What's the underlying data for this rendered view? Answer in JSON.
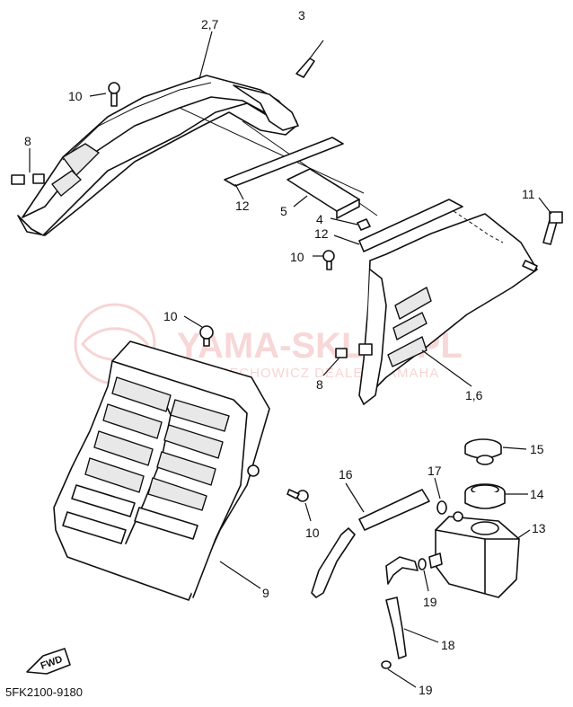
{
  "diagram": {
    "callouts": {
      "c_2_7": "2,7",
      "c_3": "3",
      "c_10_a": "10",
      "c_8_a": "8",
      "c_12_a": "12",
      "c_5": "5",
      "c_4": "4",
      "c_12_b": "12",
      "c_11": "11",
      "c_10_b": "10",
      "c_10_c": "10",
      "c_8_b": "8",
      "c_1_6": "1,6",
      "c_15": "15",
      "c_16": "16",
      "c_17": "17",
      "c_14": "14",
      "c_13": "13",
      "c_10_d": "10",
      "c_9": "9",
      "c_19_a": "19",
      "c_18": "18",
      "c_19_b": "19"
    },
    "fwd_label": "FWD",
    "part_code": "5FK2100-9180",
    "watermark": {
      "brand": "YAMA-SKLEP.PL",
      "subtitle": "WOJCIECHOWICZ DEALER YAMAHA"
    }
  }
}
